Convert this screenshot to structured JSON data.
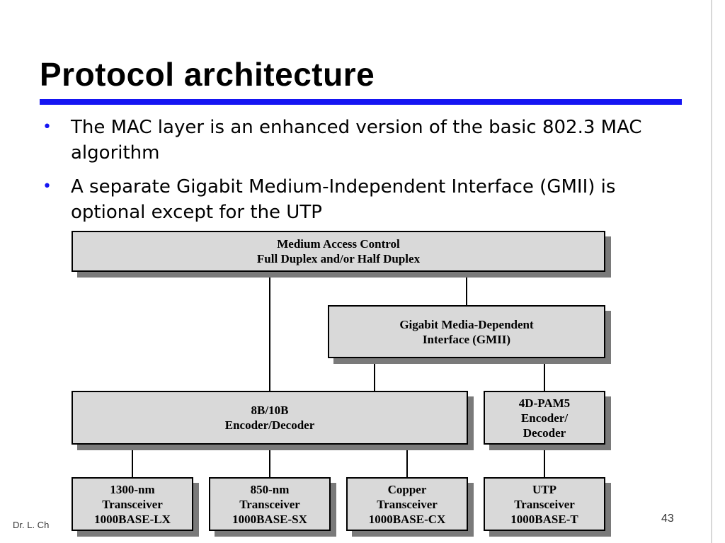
{
  "slide": {
    "title": "Protocol architecture",
    "bullets": [
      "The MAC layer is an enhanced version of the basic 802.3 MAC algorithm",
      "A separate Gigabit Medium-Independent Interface (GMII) is optional except for the UTP"
    ],
    "footer_author": "Dr. L. Ch",
    "page_number": "43"
  },
  "diagram": {
    "mac": [
      "Medium Access Control",
      "Full Duplex and/or Half Duplex"
    ],
    "gmii": [
      "Gigabit Media-Dependent",
      "Interface (GMII)"
    ],
    "encoder_8b10b": [
      "8B/10B",
      "Encoder/Decoder"
    ],
    "encoder_4dpam5": [
      "4D-PAM5",
      "Encoder/",
      "Decoder"
    ],
    "transceivers": [
      [
        "1300-nm",
        "Transceiver",
        "1000BASE-LX"
      ],
      [
        "850-nm",
        "Transceiver",
        "1000BASE-SX"
      ],
      [
        "Copper",
        "Transceiver",
        "1000BASE-CX"
      ],
      [
        "UTP",
        "Transceiver",
        "1000BASE-T"
      ]
    ]
  },
  "colors": {
    "accent": "#1515f2",
    "box_fill": "#d9d9d9",
    "box_shadow": "#7a7a7a"
  }
}
